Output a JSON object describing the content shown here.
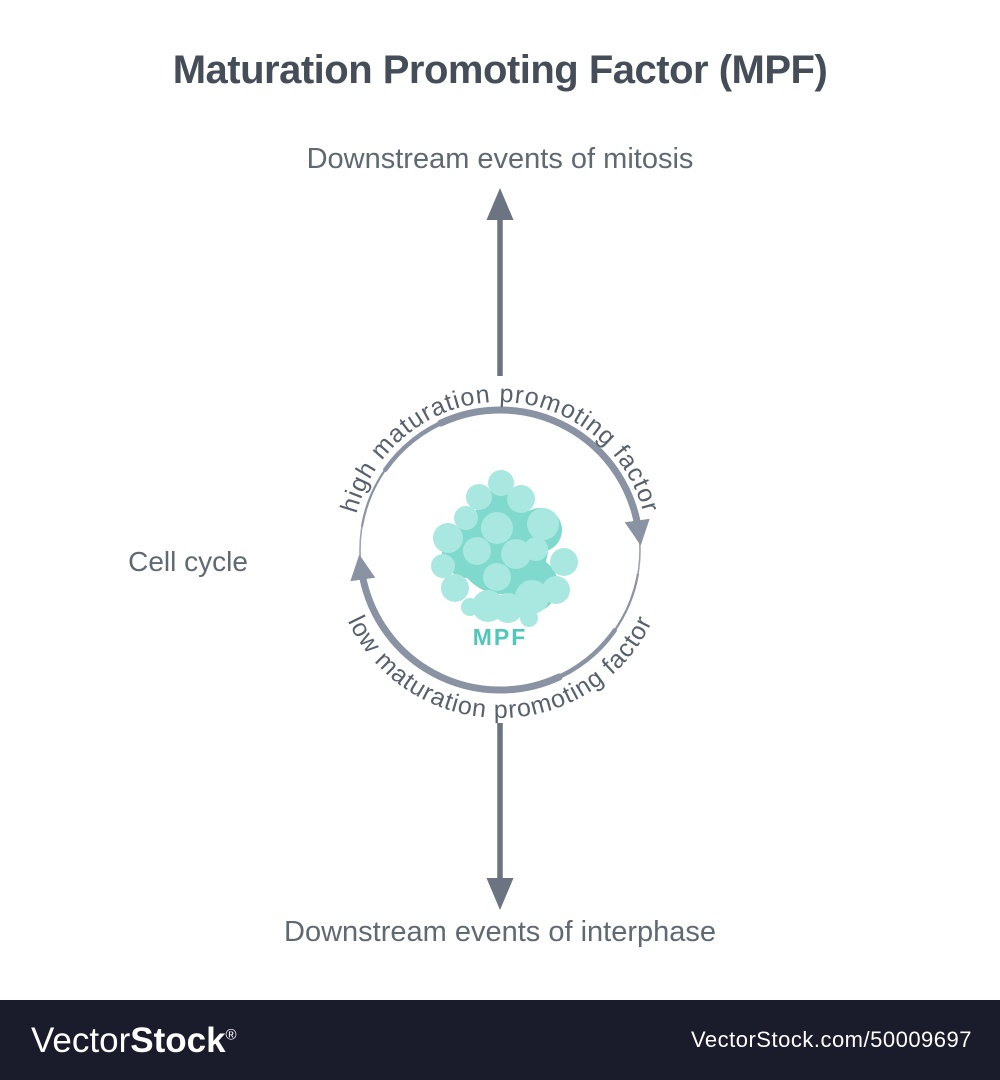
{
  "title": "Maturation Promoting Factor (MPF)",
  "labels": {
    "top": "Downstream events of mitosis",
    "bottom": "Downstream events of interphase",
    "left": "Cell cycle"
  },
  "cycle": {
    "arc_top_text": "high maturation promoting factor",
    "arc_bottom_text": "low maturation promoting factor",
    "center_label": "MPF"
  },
  "colors": {
    "title_text": "#454e58",
    "label_text": "#5f6973",
    "curved_text": "#57616d",
    "arrow": "#6b7480",
    "arc": "#8a93a4",
    "circle_thin": "#9aa4b2",
    "blob_light": "#a9e8e0",
    "blob_shadow": "#7fd9cc",
    "mpf_label": "#4fc8bb",
    "footer_bg": "#1a1b2b",
    "footer_text": "#ffffff"
  },
  "footer": {
    "brand_light": "Vector",
    "brand_bold": "Stock",
    "registered_mark": "®",
    "credit": "VectorStock.com/50009697"
  }
}
